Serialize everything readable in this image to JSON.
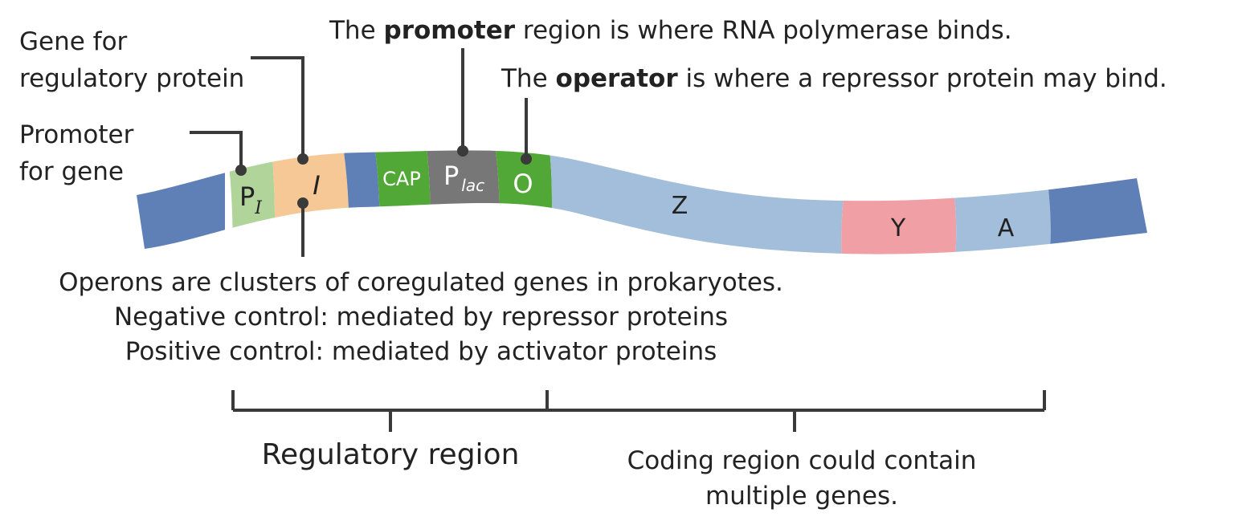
{
  "labels": {
    "gene_for": "Gene for",
    "regulatory_protein": "regulatory protein",
    "promoter": "Promoter",
    "for_gene": "for gene",
    "promoter_note_pre": "The ",
    "promoter_note_bold": "promoter",
    "promoter_note_post": " region is where RNA polymerase binds.",
    "operator_note_pre": "The ",
    "operator_note_bold": "operator",
    "operator_note_post": " is where a repressor protein may bind."
  },
  "segments": {
    "p_i_main": "P",
    "p_i_sub": "I",
    "i": "I",
    "cap": "CAP",
    "plac_main": "P",
    "plac_sub": "lac",
    "o": "O",
    "z": "Z",
    "y": "Y",
    "a": "A"
  },
  "description": {
    "line1": "Operons are clusters of coregulated genes in prokaryotes.",
    "line2": "Negative control: mediated by repressor proteins",
    "line3": "Positive control: mediated by activator proteins"
  },
  "brackets": {
    "regulatory_region": "Regulatory region",
    "coding_line1": "Coding region could contain",
    "coding_line2": "multiple genes."
  },
  "colors": {
    "dark_blue": "#5f80b7",
    "light_green": "#b1d49b",
    "peach": "#f5c895",
    "green": "#52a837",
    "gray": "#777777",
    "light_blue": "#a3bedb",
    "pink": "#f0a0a4",
    "line": "#3a3a3a"
  }
}
